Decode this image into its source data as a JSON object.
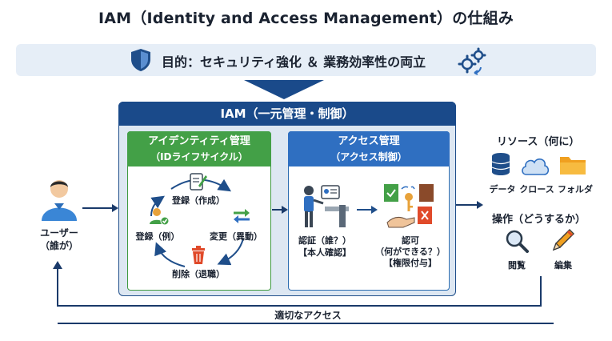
{
  "title": "IAM（Identity and Access Management）の仕組み",
  "purpose": {
    "text": "目的：セキュリティ強化 ＆ 業務効率性の両立",
    "icons": [
      "shield-icon",
      "gears-icon"
    ]
  },
  "iam": {
    "header": "IAM（一元管理・制御）",
    "identity": {
      "title": "アイデンティティ管理",
      "subtitle": "（IDライフサイクル）",
      "steps": {
        "register_create": "登録（作成）",
        "change": "変更（異動）",
        "delete": "削除（退職）",
        "register_example": "登録（例）"
      }
    },
    "access": {
      "title": "アクセス管理",
      "subtitle": "（アクセス制御）",
      "authn_line1": "認証（誰？）",
      "authn_line2": "【本人確認】",
      "authz_line1": "認可",
      "authz_line2": "（何ができる？）",
      "authz_line3": "【権限付与】"
    }
  },
  "user": {
    "line1": "ユーザー",
    "line2": "（誰が）"
  },
  "resources": {
    "title": "リソース（何に）",
    "items": [
      "データ",
      "クロース",
      "フォルダ"
    ]
  },
  "operations": {
    "title": "操作（どうするか）",
    "items": [
      "閲覧",
      "編集"
    ]
  },
  "return_label": "適切なアクセス",
  "colors": {
    "navy": "#1a4a8a",
    "green": "#43a047",
    "blue": "#2f6fc1",
    "light_bg": "#e6eef7"
  }
}
